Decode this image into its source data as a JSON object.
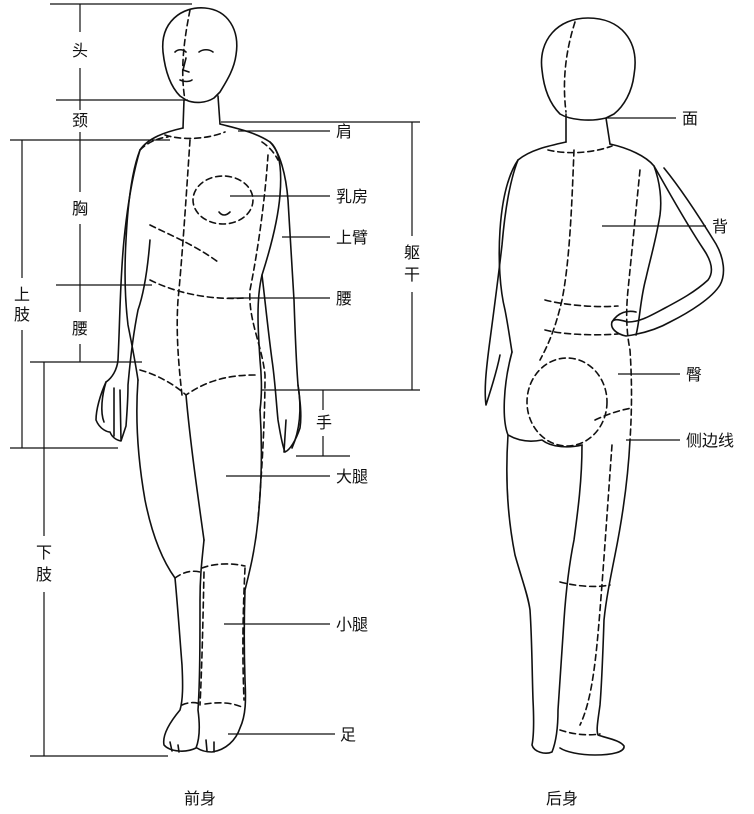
{
  "left": {
    "head": "头",
    "neck": "颈",
    "chest": "胸",
    "upper_limb": [
      "上",
      "肢"
    ],
    "waist": "腰",
    "lower_limb": [
      "下",
      "肢"
    ]
  },
  "right_front": {
    "shoulder": "肩",
    "breast": "乳房",
    "upper_arm": "上臂",
    "torso": [
      "躯",
      "干"
    ],
    "waist": "腰",
    "hand": "手",
    "thigh": "大腿",
    "calf": "小腿",
    "foot": "足"
  },
  "right_back": {
    "face": "面",
    "back": "背",
    "buttocks": "臀",
    "side_seam": "侧边线"
  },
  "captions": {
    "front": "前身",
    "back": "后身"
  }
}
